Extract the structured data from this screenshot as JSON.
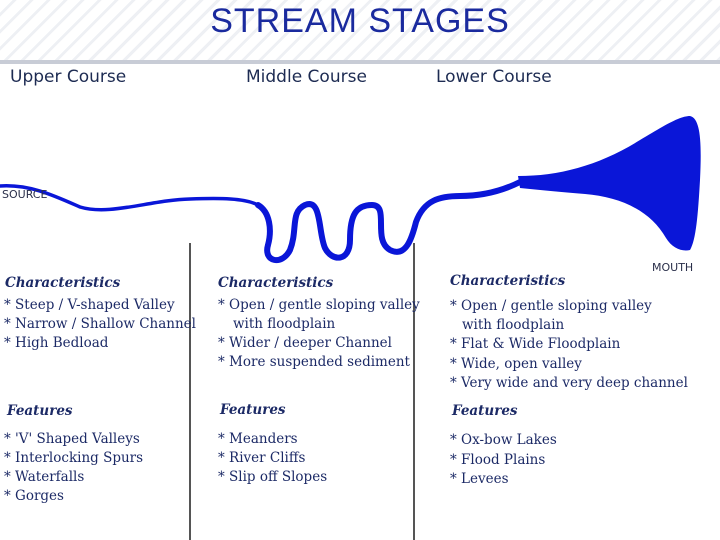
{
  "title": "STREAM STAGES",
  "courses": {
    "upper": "Upper Course",
    "middle": "Middle Course",
    "lower": "Lower Course"
  },
  "labels": {
    "source": "SOURCE",
    "mouth": "MOUTH"
  },
  "colors": {
    "river": "#0a16d8",
    "title": "#1a2a9e",
    "text": "#1c2a66"
  },
  "upper": {
    "characteristics_heading": "Characteristics",
    "characteristics": [
      "* Steep / V-shaped Valley",
      "* Narrow / Shallow Channel",
      "* High Bedload"
    ],
    "features_heading": "Features",
    "features": [
      "* 'V' Shaped Valleys",
      "* Interlocking Spurs",
      "* Waterfalls",
      "* Gorges"
    ]
  },
  "middle": {
    "characteristics_heading": "Characteristics",
    "characteristics": [
      "* Open / gentle sloping valley",
      "with floodplain",
      "* Wider / deeper Channel",
      "* More suspended sediment"
    ],
    "features_heading": "Features",
    "features": [
      "* Meanders",
      "* River Cliffs",
      "* Slip off Slopes"
    ]
  },
  "lower": {
    "characteristics_heading": "Characteristics",
    "characteristics": [
      "* Open / gentle sloping valley",
      "with floodplain",
      "* Flat & Wide Floodplain",
      "* Wide, open valley",
      "* Very wide and very deep channel"
    ],
    "features_heading": "Features",
    "features": [
      "* Ox-bow Lakes",
      "* Flood Plains",
      "* Levees"
    ]
  }
}
